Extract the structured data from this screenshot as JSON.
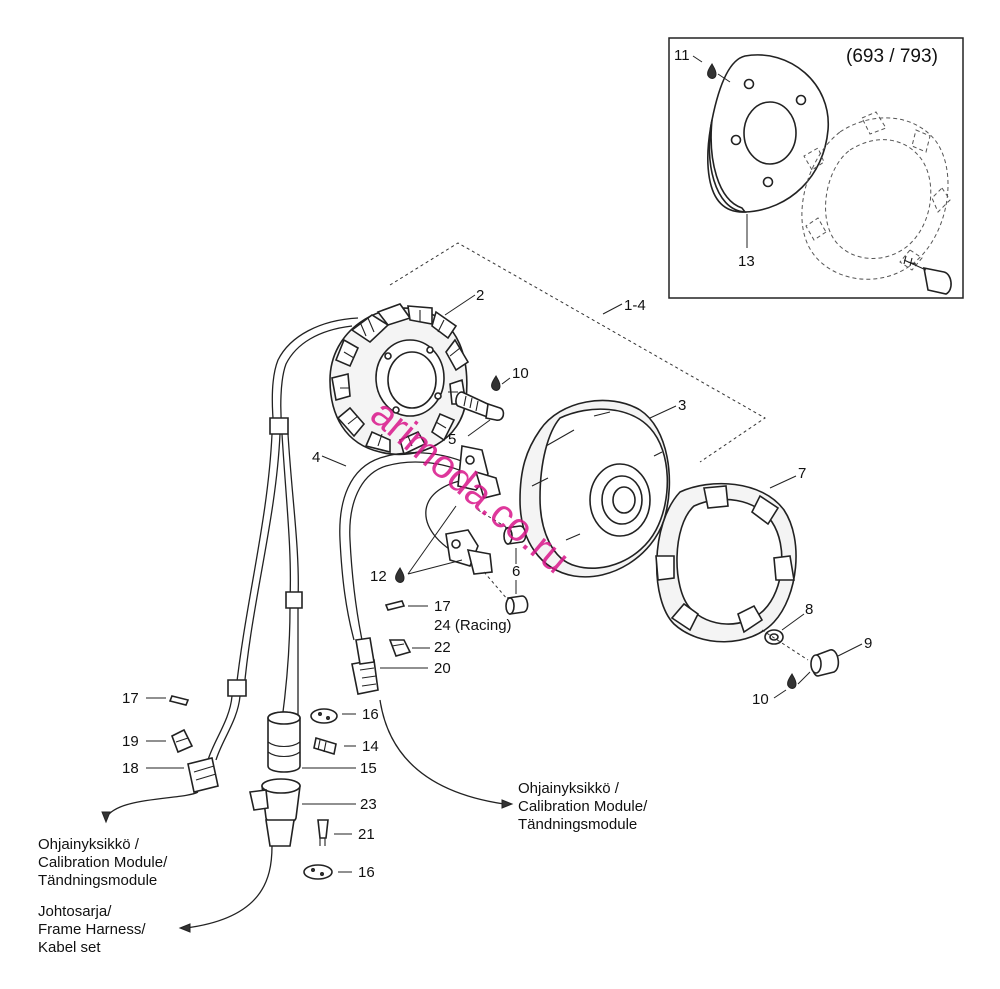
{
  "inset": {
    "title": "(693 / 793)"
  },
  "callouts": {
    "c1_4": "1-4",
    "c2": "2",
    "c3": "3",
    "c4": "4",
    "c5": "5",
    "c6": "6",
    "c7": "7",
    "c8": "8",
    "c9": "9",
    "c10a": "10",
    "c10b": "10",
    "c11": "11",
    "c12": "12",
    "c13": "13",
    "c14": "14",
    "c15": "15",
    "c16a": "16",
    "c16b": "16",
    "c17a": "17",
    "c17b": "17",
    "c18": "18",
    "c19": "19",
    "c20": "20",
    "c21": "21",
    "c22": "22",
    "c23": "23",
    "c24": "24 (Racing)"
  },
  "notes": {
    "module_right": [
      "Ohjainyksikkö /",
      "Calibration Module/",
      "Tändningsmodule"
    ],
    "module_left": [
      "Ohjainyksikkö /",
      "Calibration Module/",
      "Tändningsmodule"
    ],
    "harness": [
      "Johtosarja/",
      "Frame Harness/",
      "Kabel set"
    ]
  },
  "watermark": "arimoda.co.ru",
  "icons": [
    "drop-icon"
  ]
}
